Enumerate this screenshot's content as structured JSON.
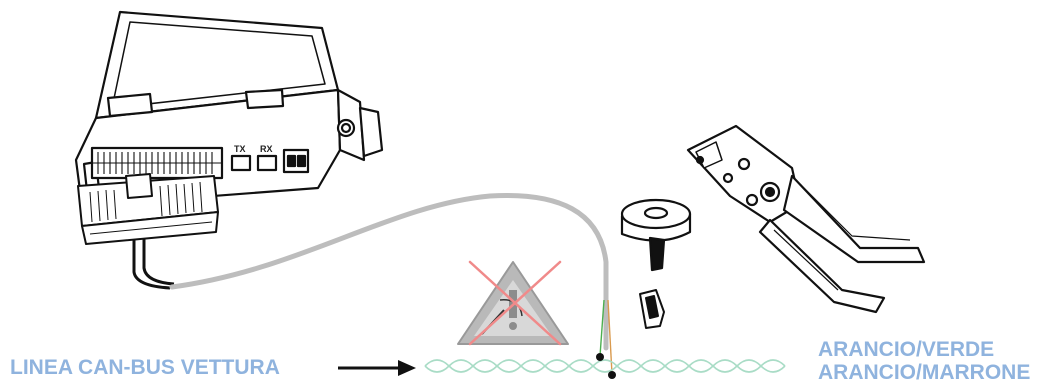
{
  "labels": {
    "can_bus_line": "LINEA CAN-BUS VETTURA",
    "wire_pair_1": "ARANCIO/VERDE",
    "wire_pair_2": "ARANCIO/MARRONE",
    "tx_port": "TX",
    "rx_port": "RX"
  },
  "colors": {
    "label_blue": "#8fb3de",
    "twisted_wire": "#a9dcc6",
    "cable_gray": "#bdbdbd",
    "warning_triangle": "#b9b9b9",
    "prohibition_cross": "#f08a8a",
    "tap_green": "#4caf50",
    "tap_orange": "#d99a4e"
  },
  "icons": [
    "control-unit-icon",
    "wiring-connector-icon",
    "warning-triangle-icon",
    "prohibition-cross-icon",
    "tape-roll-icon",
    "wire-tap-clip-icon",
    "crimping-pliers-icon",
    "arrow-right-icon"
  ]
}
